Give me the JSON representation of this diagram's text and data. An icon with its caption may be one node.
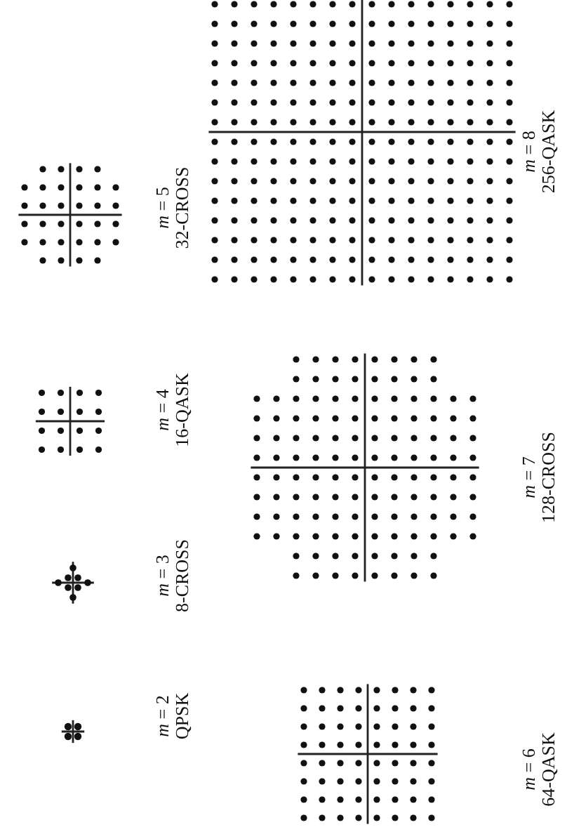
{
  "diagram": {
    "labels": [
      "*m* = 2",
      "QPSK",
      "*m* = 3",
      "8-CROSS",
      "*m* = 4",
      "16-QASK",
      "*m* = 5",
      "32-CROSS",
      "*m* = 6",
      "64-QASK",
      "*m* = 7",
      "128-CROSS",
      "*m* = 8",
      "256-QASK"
    ]
  }
}
